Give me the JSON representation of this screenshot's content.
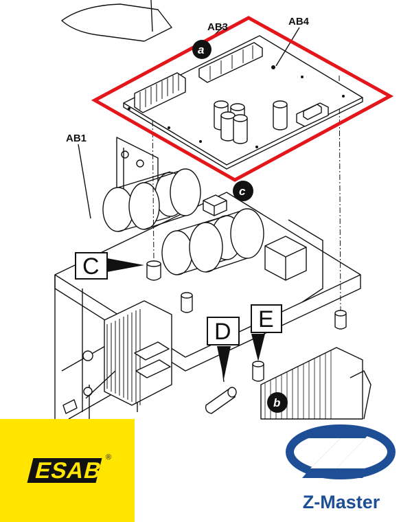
{
  "diagram": {
    "labels": {
      "ab1": "AB1",
      "ab3": "AB3",
      "ab4": "AB4",
      "c": "C",
      "d": "D",
      "e": "E"
    },
    "callouts": {
      "a": "a",
      "b": "b",
      "c": "c"
    },
    "highlight_color": "#E3161B"
  },
  "logos": {
    "esab": {
      "name": "ESAB",
      "reg": "®",
      "bg_color": "#FFE500"
    },
    "zmaster": {
      "name": "Z-Master",
      "color": "#1D4E96"
    }
  }
}
